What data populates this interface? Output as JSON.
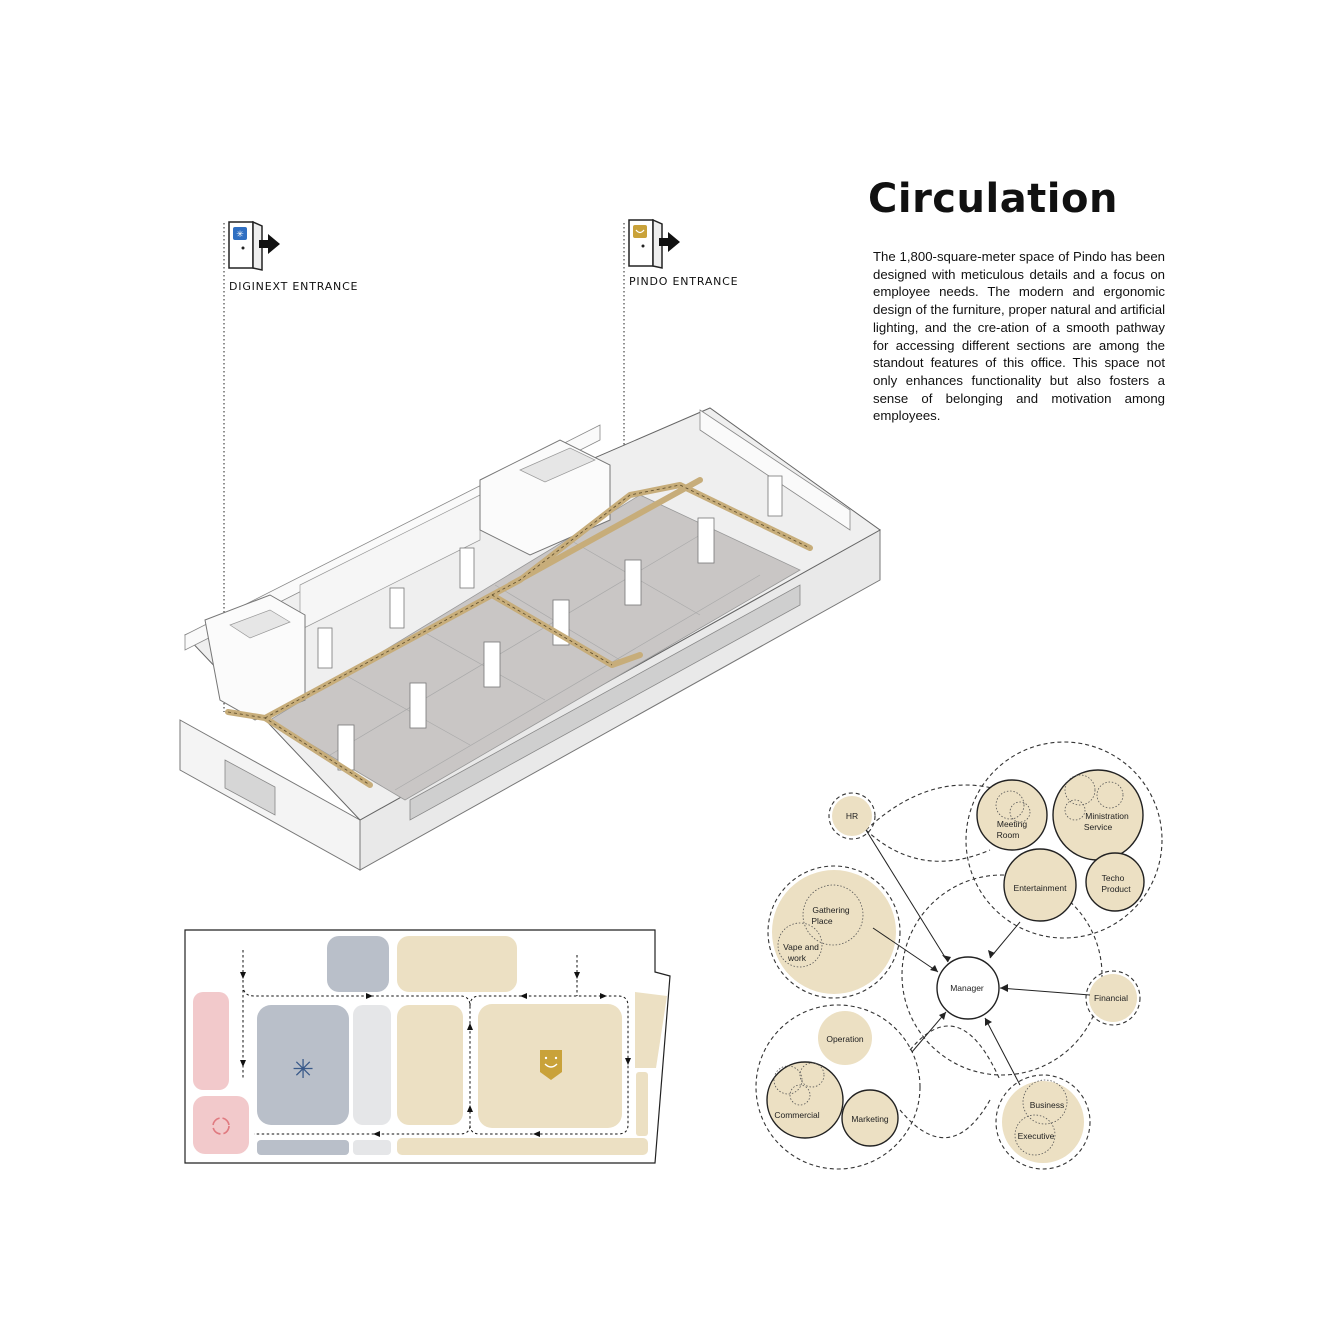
{
  "header": {
    "title": "Circulation"
  },
  "description": "The 1,800-square-meter space of Pindo has been designed with meticulous details and a focus on employee needs. The modern and ergonomic design of the furniture, proper natural and artificial lighting, and the cre-ation of a smooth pathway for accessing different sections are among the standout features of this office. This space not only enhances functionality but also fosters a sense of belonging and motivation among employees.",
  "entrances": {
    "diginext": {
      "label": "DIGINEXT ENTRANCE",
      "icon": "door-exit-icon",
      "badge_color": "#2f6fc2"
    },
    "pindo": {
      "label": "PINDO ENTRANCE",
      "icon": "door-exit-icon",
      "badge_color": "#c9a23a"
    }
  },
  "bubble_diagram": {
    "center": "Manager",
    "nodes": {
      "hr": "HR",
      "meeting_room": [
        "Meeting",
        "Room"
      ],
      "ministration": [
        "Ministration",
        "Service"
      ],
      "entertainment": "Entertainment",
      "techo": [
        "Techo",
        "Product"
      ],
      "gathering": [
        "Gathering",
        "Place"
      ],
      "vape": [
        "Vape and",
        "work"
      ],
      "financial": "Financial",
      "operation": "Operation",
      "commercial": "Commercial",
      "marketing": "Marketing",
      "business": "Business",
      "executive": "Executive"
    }
  },
  "colors": {
    "bubble_fill": "#ece0c3",
    "path": "#c7ad7a",
    "plan_beige": "#ece0c3",
    "plan_gray": "#b9bfc9",
    "plan_light": "#e5e6e8",
    "plan_pink": "#f2c9cb"
  }
}
